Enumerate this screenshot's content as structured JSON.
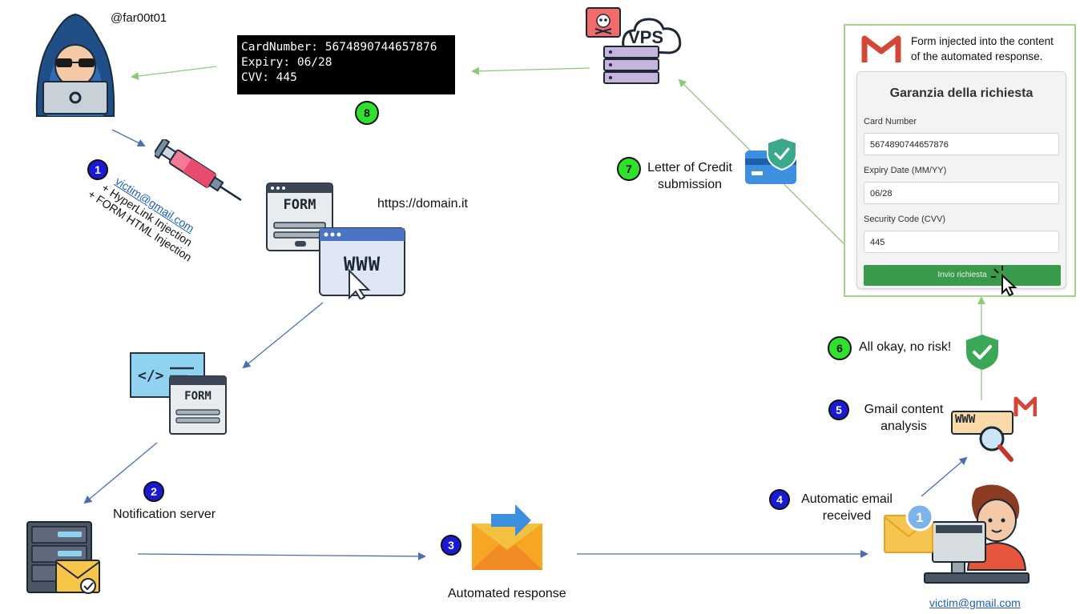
{
  "attacker": {
    "handle": "@far00t01"
  },
  "terminal": {
    "lines": [
      "CardNumber: 5674890744657876",
      "Expiry: 06/28",
      "CVV: 445"
    ]
  },
  "injection": {
    "email": "victim@gmail.com",
    "line1": "+ HyperLink Injection",
    "line2": "+ FORM HTML Injection"
  },
  "icons": {
    "form_label": "FORM",
    "www_label": "WWW",
    "form_small_label": "FORM",
    "vps_label": "VPS",
    "notification_count": "1"
  },
  "domain": {
    "url": "https://domain.it"
  },
  "steps": [
    {
      "num": "1",
      "color": "blue"
    },
    {
      "num": "2",
      "color": "blue",
      "label": "Notification server"
    },
    {
      "num": "3",
      "color": "blue",
      "label": "Automated response"
    },
    {
      "num": "4",
      "color": "blue",
      "label_line1": "Automatic email",
      "label_line2": "received"
    },
    {
      "num": "5",
      "color": "blue",
      "label_line1": "Gmail content",
      "label_line2": "analysis"
    },
    {
      "num": "6",
      "color": "green",
      "label": "All okay, no risk!"
    },
    {
      "num": "7",
      "color": "green",
      "label_line1": "Letter of Credit",
      "label_line2": "submission"
    },
    {
      "num": "8",
      "color": "green"
    }
  ],
  "victim": {
    "email": "victim@gmail.com"
  },
  "gmail_panel": {
    "caption_line1": "Form injected into the content",
    "caption_line2": "of the automated response.",
    "form_title": "Garanzia della richiesta",
    "fields": [
      {
        "label": "Card Number",
        "value": "5674890744657876"
      },
      {
        "label": "Expiry Date (MM/YY)",
        "value": "06/28"
      },
      {
        "label": "Security Code (CVV)",
        "value": "445"
      }
    ],
    "submit_label": "Invio richiesta"
  },
  "colors": {
    "blue_badge": "#1a1ad6",
    "green_badge": "#2fe02f",
    "flow_arrow_blue": "#4a6fb0",
    "flow_arrow_green": "#8cc97a",
    "submit_green": "#3a9a4c"
  }
}
